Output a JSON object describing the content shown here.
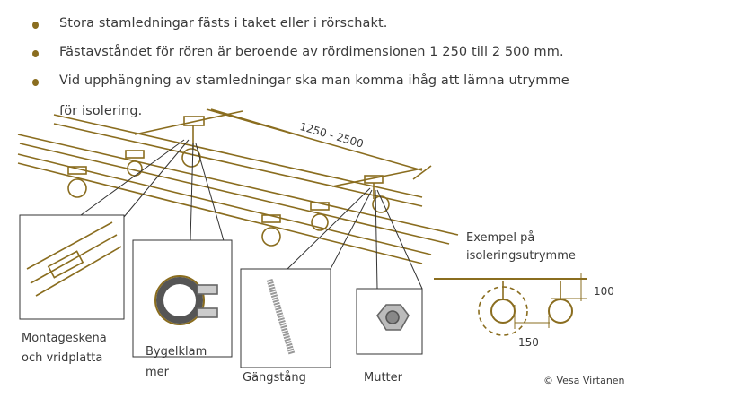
{
  "bullets": [
    "Stora stamledningar fästs i taket eller i rörschakt.",
    "Fästavståndet för rören är beroende av rördimensionen 1 250 till 2 500 mm.",
    "Vid upphängning av stamledningar ska man komma ihåg att lämna utrymme"
  ],
  "bullet_continuation": "för isolering.",
  "diagram": {
    "spacing_label": "1250 - 2500",
    "parts": {
      "rail_line1": "Montageskena",
      "rail_line2": "och vridplatta",
      "clamp_line1": "Bygelklam",
      "clamp_line2": "mer",
      "rod": "Gängstång",
      "nut": "Mutter"
    },
    "example_title_line1": "Exempel på",
    "example_title_line2": "isoleringsutrymme",
    "dim_vertical": "100",
    "dim_horizontal": "150"
  },
  "copyright": "© Vesa Virtanen",
  "colors": {
    "accent": "#8a6d1f",
    "text": "#3a3a3a"
  }
}
